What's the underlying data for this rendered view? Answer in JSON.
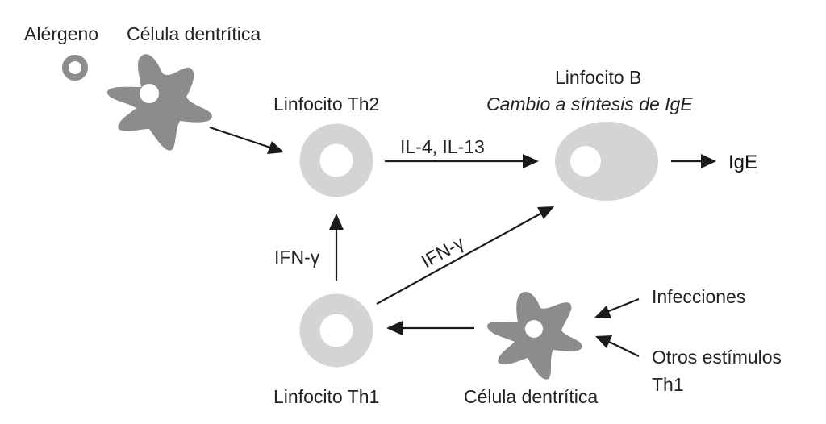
{
  "colors": {
    "dendritic_cell": "#8c8c8e",
    "lymphocyte": "#d4d4d4",
    "allergen": "#8c8c8e",
    "nucleus": "#ffffff",
    "arrow": "#1a1a1a",
    "text": "#222222"
  },
  "labels": {
    "allergen": "Alérgeno",
    "dendritic_top": "Célula dentrítica",
    "th2": "Linfocito Th2",
    "b_cell_title": "Linfocito B",
    "b_cell_subtitle": "Cambio a síntesis de IgE",
    "il_label": "IL-4, IL-13",
    "ige": "IgE",
    "ifn_vertical": "IFN-γ",
    "ifn_diagonal": "IFN-γ",
    "th1": "Linfocito Th1",
    "dendritic_bottom": "Célula dentrítica",
    "infections": "Infecciones",
    "other_stimuli_line1": "Otros estímulos",
    "other_stimuli_line2": "Th1"
  },
  "nodes": [
    {
      "id": "allergen",
      "type": "ring"
    },
    {
      "id": "dendritic_top",
      "type": "star-cell"
    },
    {
      "id": "th2",
      "type": "ring-cell"
    },
    {
      "id": "b_cell",
      "type": "oval-cell"
    },
    {
      "id": "th1",
      "type": "ring-cell"
    },
    {
      "id": "dendritic_bottom",
      "type": "star-cell"
    }
  ],
  "edges": [
    {
      "from": "dendritic_top",
      "to": "th2",
      "label": ""
    },
    {
      "from": "th2",
      "to": "b_cell",
      "label": "IL-4, IL-13"
    },
    {
      "from": "b_cell",
      "to": "ige",
      "label": ""
    },
    {
      "from": "th1",
      "to": "th2",
      "label": "IFN-γ"
    },
    {
      "from": "th1",
      "to": "b_cell",
      "label": "IFN-γ"
    },
    {
      "from": "dendritic_bottom",
      "to": "th1",
      "label": ""
    },
    {
      "from": "infections",
      "to": "dendritic_bottom",
      "label": ""
    },
    {
      "from": "other_stimuli",
      "to": "dendritic_bottom",
      "label": ""
    }
  ]
}
